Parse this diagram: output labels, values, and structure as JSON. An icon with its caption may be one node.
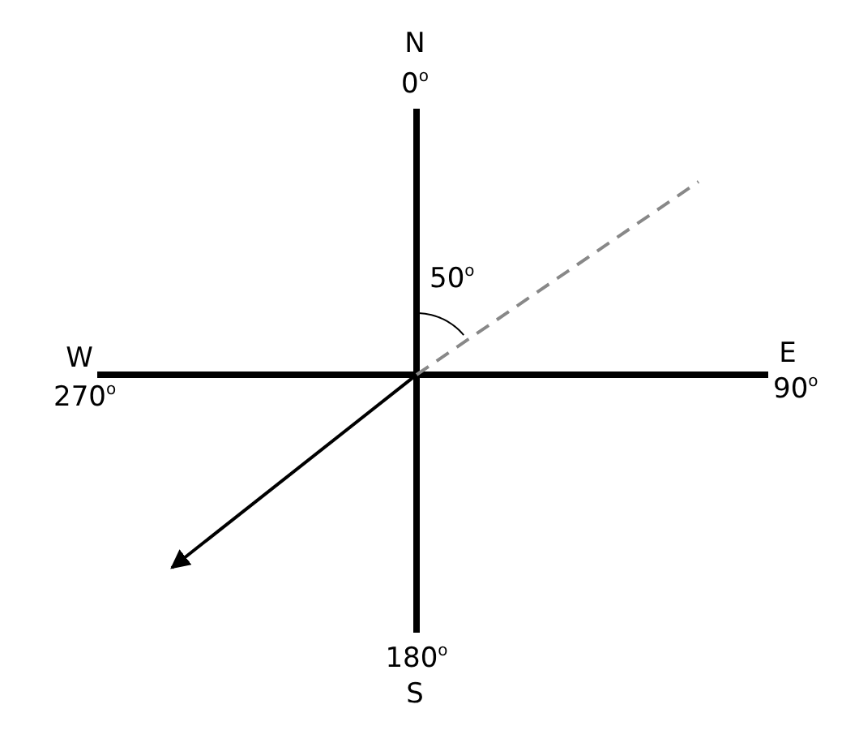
{
  "diagram": {
    "labels": [
      "N",
      "0$^{o}$",
      "50$^{o}$",
      "W",
      "270$^{o}$",
      "E",
      "90$^{o}$",
      "180$^{o}$",
      "S"
    ]
  }
}
